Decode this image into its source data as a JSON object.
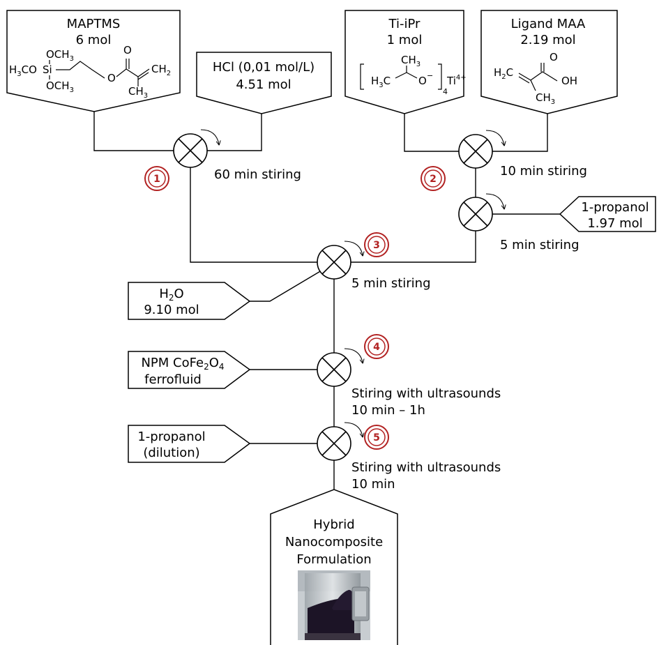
{
  "colors": {
    "line": "#000000",
    "step_ring": "#b22222",
    "vial_liquid": "#1c1426",
    "vial_glass": "#d9dde0"
  },
  "inputs": {
    "maptms": {
      "name": "MAPTMS",
      "amount": "6 mol",
      "formula": {
        "och3_top": "OCH",
        "h3co": "H",
        "h3co_rest": "CO",
        "si": "Si",
        "och3_bottom": "OCH",
        "o": "O",
        "ch2": "CH",
        "ch3": "CH"
      }
    },
    "hcl": {
      "name": "HCl (0,01 mol/L)",
      "amount": "4.51 mol"
    },
    "tiipr": {
      "name": "Ti-iPr",
      "amount": "1 mol",
      "formula": {
        "ch3": "CH",
        "h3c": "H",
        "h3c_rest": "C",
        "o": "O",
        "sub4": "4",
        "ti": "Ti",
        "charge": "4+"
      }
    },
    "ligand": {
      "name": "Ligand MAA",
      "amount": "2.19 mol",
      "formula": {
        "h2c": "H",
        "h2c_rest": "C",
        "o": "O",
        "oh": "OH",
        "ch3": "CH"
      }
    },
    "propanol1": {
      "name": "1-propanol",
      "amount": "1.97 mol"
    },
    "water": {
      "name_main": "H",
      "name_sub": "2",
      "name_end": "O",
      "amount": "9.10 mol"
    },
    "ferrofluid": {
      "line1_a": "NPM CoFe",
      "line1_sub1": "2",
      "line1_b": "O",
      "line1_sub2": "4",
      "line2": "ferrofluid"
    },
    "propanol_dilution": {
      "line1": "1-propanol",
      "line2": "(dilution)"
    }
  },
  "steps": {
    "s1": {
      "num": "1",
      "label": "60 min stiring"
    },
    "s2": {
      "num": "2",
      "label": "10 min stiring"
    },
    "s2b": {
      "label": "5 min stiring"
    },
    "s3": {
      "num": "3",
      "label": "5 min stiring"
    },
    "s4": {
      "num": "4",
      "label1": "Stiring with ultrasounds",
      "label2": "10 min – 1h"
    },
    "s5": {
      "num": "5",
      "label1": "Stiring with ultrasounds",
      "label2": "10 min"
    }
  },
  "output": {
    "line1": "Hybrid",
    "line2": "Nanocomposite",
    "line3": "Formulation"
  }
}
